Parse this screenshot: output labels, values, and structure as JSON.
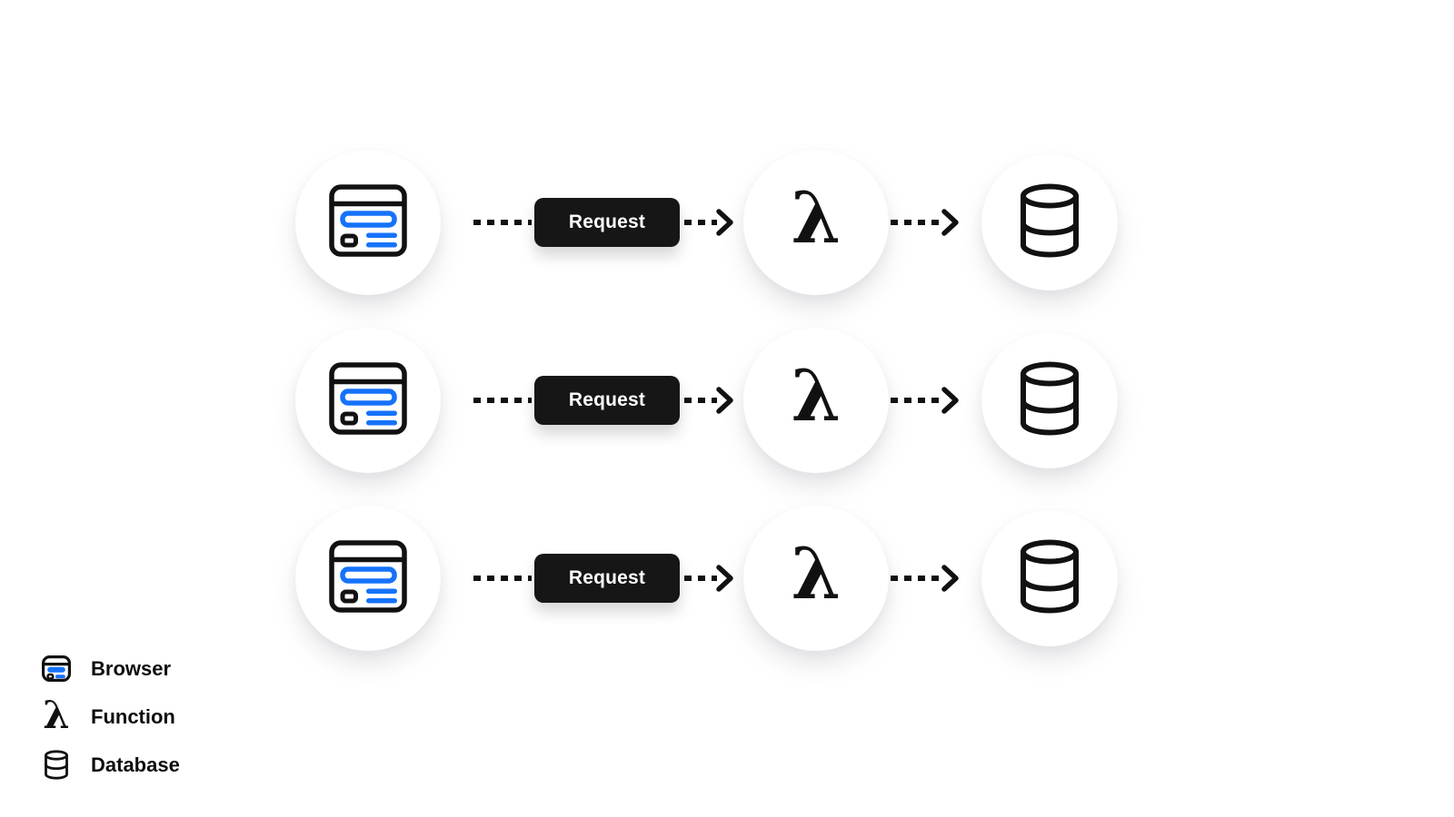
{
  "colors": {
    "background": "#ffffff",
    "ink": "#111111",
    "accent_blue": "#1672f9",
    "button_bg": "#161616",
    "button_text": "#ffffff"
  },
  "flow": {
    "rows": [
      {
        "request_label": "Request",
        "lambda_glyph": "λ"
      },
      {
        "request_label": "Request",
        "lambda_glyph": "λ"
      },
      {
        "request_label": "Request",
        "lambda_glyph": "λ"
      }
    ]
  },
  "legend": {
    "items": [
      {
        "icon": "browser-icon",
        "label": "Browser"
      },
      {
        "icon": "lambda-icon",
        "label": "Function",
        "glyph": "λ"
      },
      {
        "icon": "database-icon",
        "label": "Database"
      }
    ]
  }
}
